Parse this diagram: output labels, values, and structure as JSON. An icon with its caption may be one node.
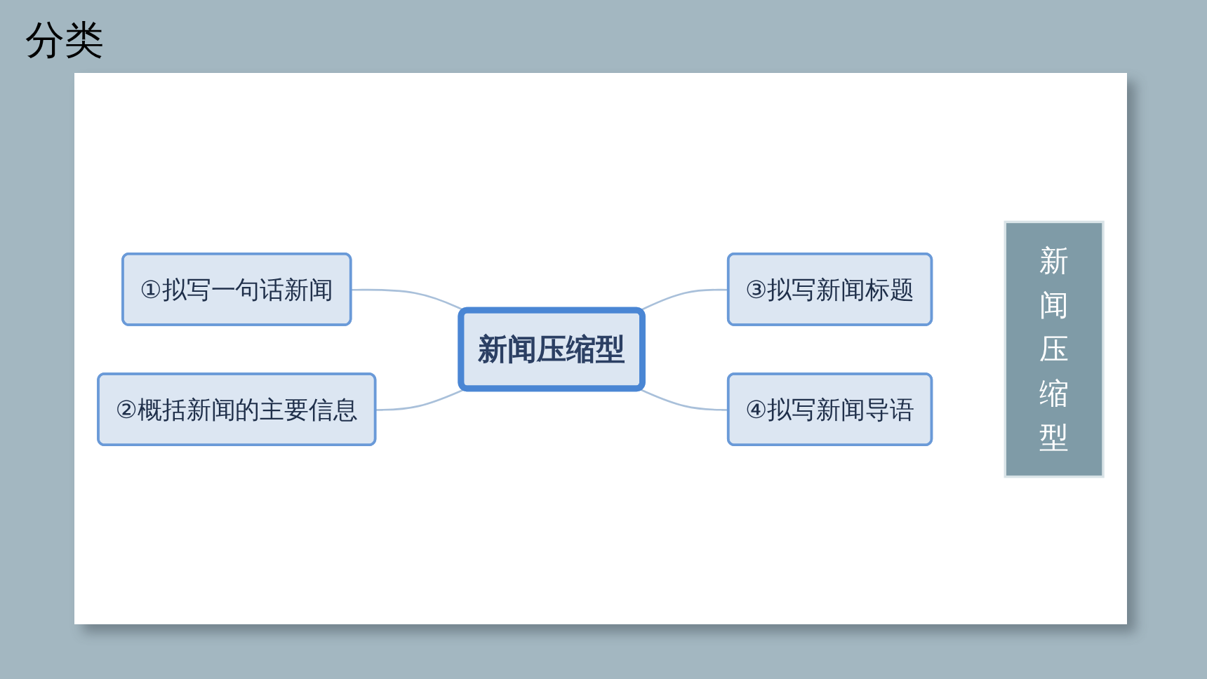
{
  "diagram": {
    "title": "分类",
    "nodes": [
      {
        "text": [
          "新闻压缩型"
        ]
      },
      {
        "text": [
          "①拟写一句话新闻"
        ]
      },
      {
        "text": [
          "②概括新闻的主要信息"
        ]
      },
      {
        "text": [
          "③拟写新闻标题"
        ]
      },
      {
        "text": [
          "④拟写新闻导语"
        ]
      },
      {
        "text": [
          "新闻压缩型"
        ]
      }
    ],
    "edges": [
      {
        "from": 1,
        "to": 0,
        "arrow": "none"
      },
      {
        "from": 2,
        "to": 0,
        "arrow": "none"
      },
      {
        "from": 0,
        "to": 3,
        "arrow": "none"
      },
      {
        "from": 0,
        "to": 4,
        "arrow": "none"
      }
    ]
  }
}
